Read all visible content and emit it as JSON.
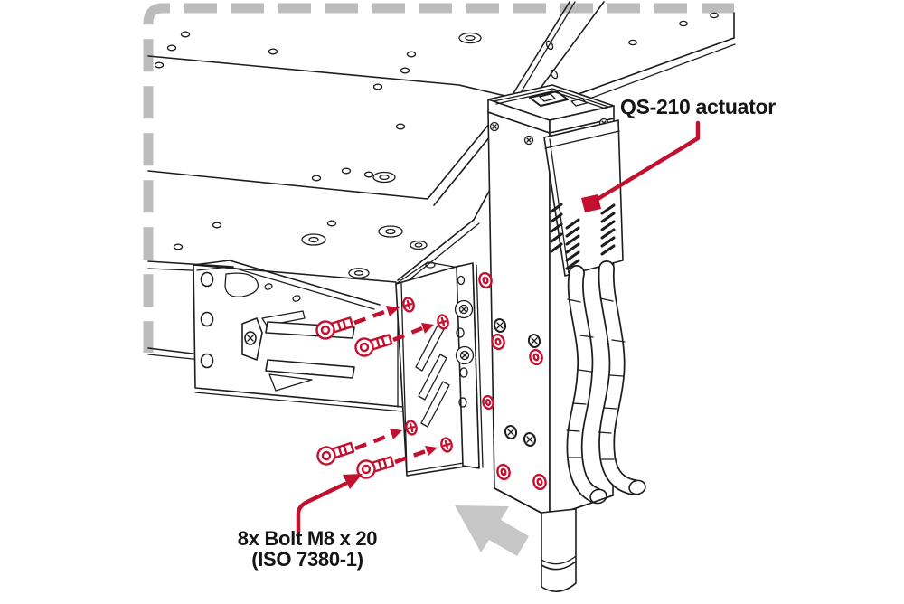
{
  "diagram": {
    "kind": "exploded assembly instruction drawing",
    "callouts": {
      "actuator_label": "QS-210 actuator",
      "bolt_label_line1": "8x Bolt M8 x 20",
      "bolt_label_line2": "(ISO 7380-1)"
    },
    "fasteners": {
      "quantity": "8x",
      "type": "Bolt M8 x 20",
      "standard": "ISO 7380-1",
      "bolts_drawn": 4,
      "marked_target_holes": 4
    },
    "colors": {
      "line_black": "#1d1d1d",
      "callout_red": "#c3102f",
      "boundary_dash_gray": "#bcbcbc",
      "direction_arrow_gray": "#c6c6c6",
      "background": "#ffffff"
    }
  }
}
